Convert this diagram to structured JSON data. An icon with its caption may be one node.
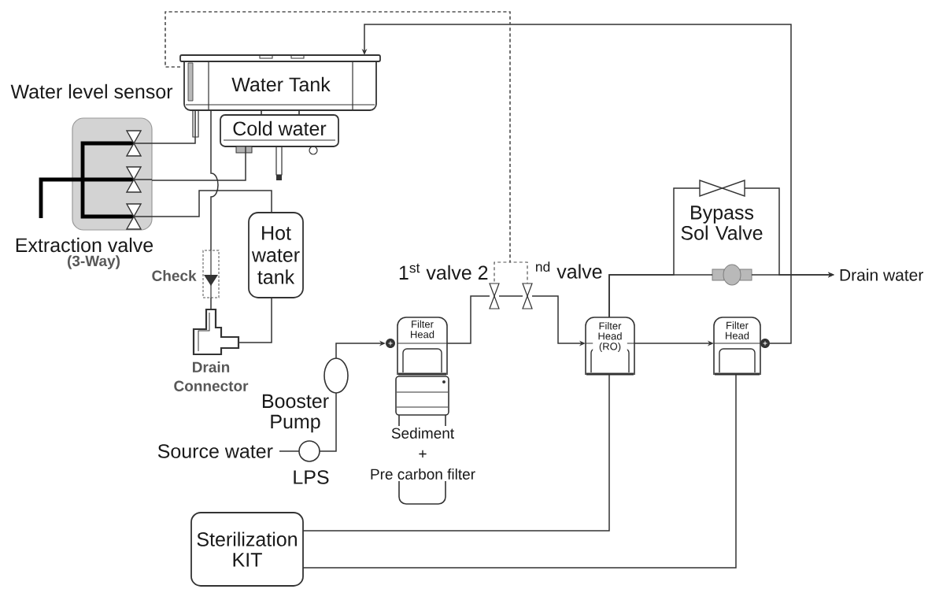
{
  "diagram": {
    "nodes": [
      {
        "text": [
          "Water Tank"
        ],
        "beside": [
          "Water level sensor"
        ]
      },
      {
        "text": [
          "Cold water"
        ]
      },
      {
        "text": [
          "Extraction valve",
          "(3-Way)"
        ]
      },
      {
        "text": [
          "Hot water tank"
        ]
      },
      {
        "text": [
          "Check"
        ]
      },
      {
        "text": [
          "Drain Connector"
        ]
      },
      {
        "text": [
          "Source water"
        ]
      },
      {
        "text": [
          "LPS"
        ]
      },
      {
        "text": [
          "Booster Pump"
        ]
      },
      {
        "text": [
          "Filter Head"
        ]
      },
      {
        "text": [
          "Sediment",
          "+",
          "Pre carbon filter"
        ]
      },
      {
        "text": [],
        "shape": "valve"
      },
      {
        "text": [],
        "shape": "valve"
      },
      {
        "text": [
          "Filter Head (RO)"
        ]
      },
      {
        "text": [
          "Bypass Sol Valve"
        ]
      },
      {
        "text": [],
        "shape": "valve"
      },
      {
        "text": [
          "Drain water"
        ]
      },
      {
        "text": [
          "Filter Head"
        ]
      },
      {
        "text": [
          "Sterilization KIT"
        ]
      }
    ],
    "edges": [
      {
        "from": 17,
        "to": 0,
        "arrow": "to"
      },
      {
        "from": 0,
        "to": 11,
        "arrow": "none",
        "style": "dashed"
      },
      {
        "from": 0,
        "to": 12,
        "arrow": "none",
        "style": "dashed"
      },
      {
        "from": 0,
        "to": 2,
        "arrow": "none"
      },
      {
        "from": 1,
        "to": 2,
        "arrow": "none"
      },
      {
        "from": 3,
        "to": 2,
        "arrow": "none"
      },
      {
        "from": 0,
        "to": 4,
        "arrow": "none"
      },
      {
        "from": 4,
        "to": 5,
        "arrow": "none"
      },
      {
        "from": 3,
        "to": 5,
        "arrow": "none"
      },
      {
        "from": 6,
        "to": 7,
        "arrow": "none"
      },
      {
        "from": 7,
        "to": 8,
        "arrow": "none"
      },
      {
        "from": 8,
        "to": 9,
        "arrow": "to"
      },
      {
        "from": 9,
        "to": 11,
        "arrow": "none"
      },
      {
        "from": 11,
        "to": 12,
        "arrow": "none"
      },
      {
        "from": 12,
        "to": 13,
        "arrow": "to"
      },
      {
        "from": 13,
        "to": 14,
        "arrow": "none"
      },
      {
        "from": 14,
        "to": 16,
        "arrow": "to"
      },
      {
        "from": 13,
        "to": 15,
        "arrow": "none"
      },
      {
        "from": 15,
        "to": 16,
        "arrow": "to"
      },
      {
        "from": 13,
        "to": 17,
        "arrow": "to"
      },
      {
        "from": 18,
        "to": 13,
        "arrow": "none"
      },
      {
        "from": 18,
        "to": 17,
        "arrow": "none"
      }
    ],
    "labels": [
      "1$^{st}$ valve 2",
      "$^{nd}$ valve"
    ]
  }
}
